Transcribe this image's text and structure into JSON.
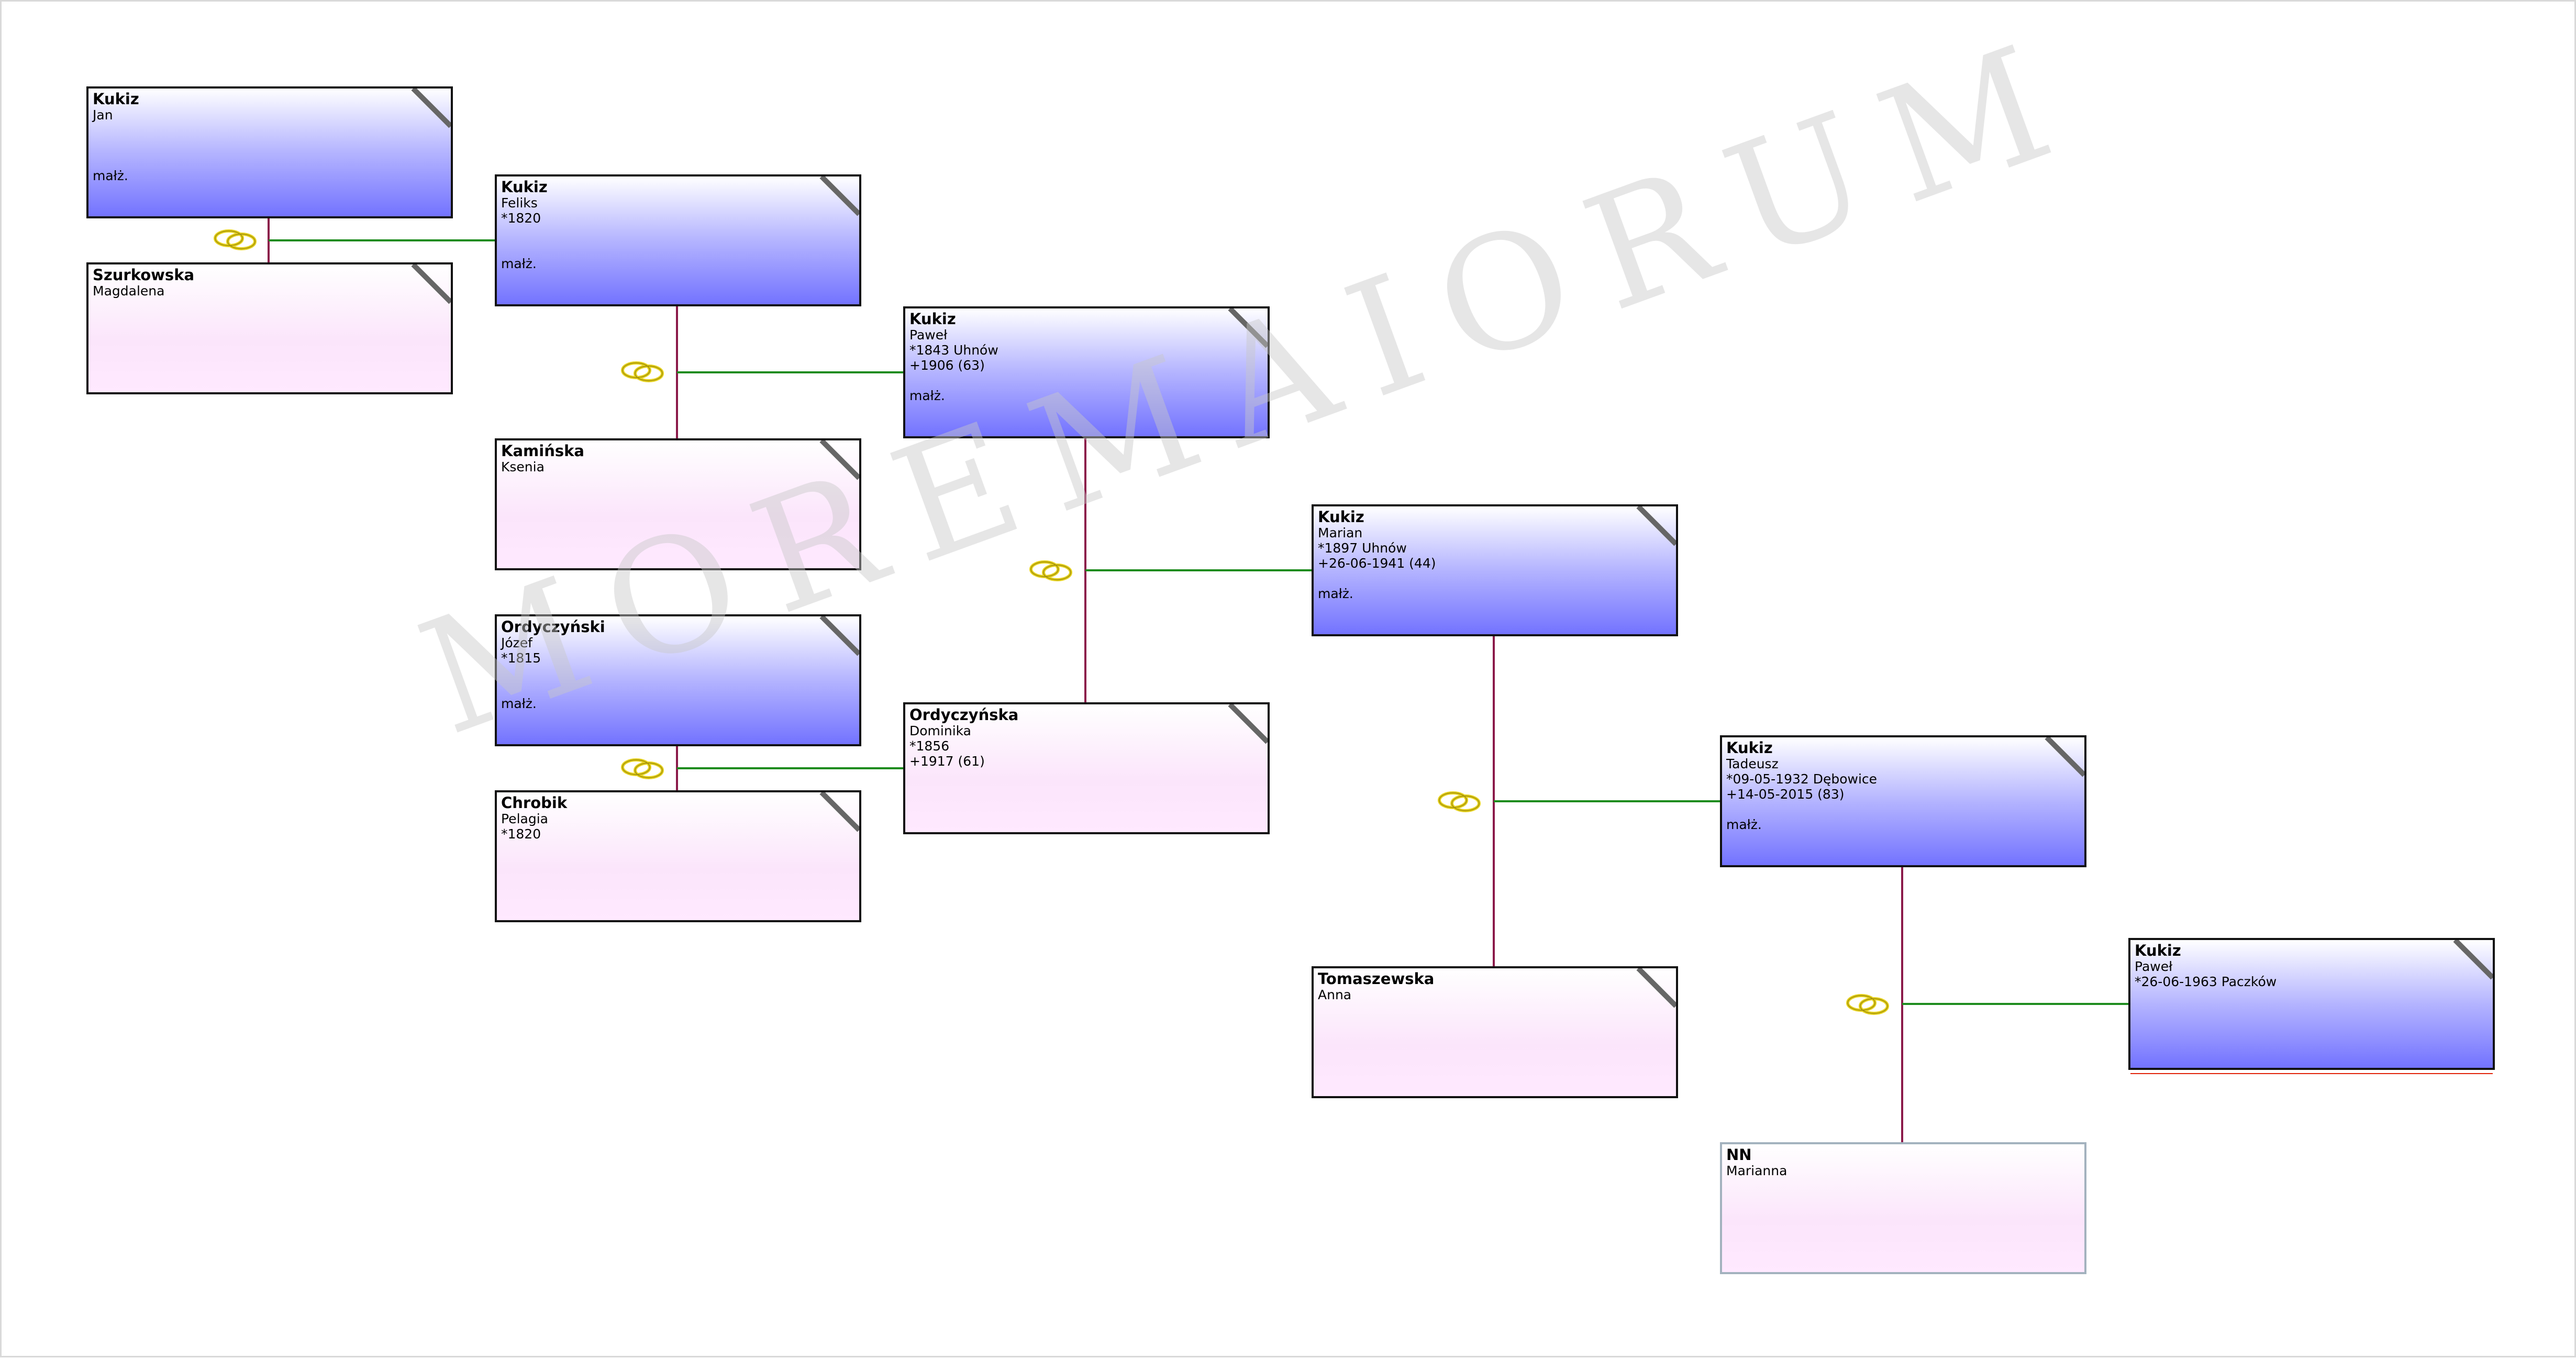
{
  "watermark": "MOREMAIORUM",
  "colors": {
    "male_gradient_bottom": "#7373ff",
    "female_gradient_bottom": "#ffe9ff",
    "parent_line": "#8b1a4a",
    "spouse_line": "#1e8c1e",
    "ring_icon": "#e6d21e"
  },
  "persons": [
    {
      "id": "jan",
      "surname": "Kukiz",
      "line1": "Jan",
      "line2": "",
      "line3": "",
      "line4": "",
      "line5": "małż.",
      "sex": "male"
    },
    {
      "id": "magdalena",
      "surname": "Szurkowska",
      "line1": "Magdalena",
      "line2": "",
      "line3": "",
      "line4": "",
      "line5": "",
      "sex": "female"
    },
    {
      "id": "feliks",
      "surname": "Kukiz",
      "line1": "Feliks",
      "line2": "*1820",
      "line3": "",
      "line4": "",
      "line5": "małż.",
      "sex": "male"
    },
    {
      "id": "ksenia",
      "surname": "Kamińska",
      "line1": "Ksenia",
      "line2": "",
      "line3": "",
      "line4": "",
      "line5": "",
      "sex": "female"
    },
    {
      "id": "pawel1843",
      "surname": "Kukiz",
      "line1": "Paweł",
      "line2": "*1843 Uhnów",
      "line3": "+1906 (63)",
      "line4": "",
      "line5": "małż.",
      "sex": "male"
    },
    {
      "id": "jozef",
      "surname": "Ordyczyński",
      "line1": "Józef",
      "line2": "*1815",
      "line3": "",
      "line4": "",
      "line5": "małż.",
      "sex": "male"
    },
    {
      "id": "pelagia",
      "surname": "Chrobik",
      "line1": "Pelagia",
      "line2": "*1820",
      "line3": "",
      "line4": "",
      "line5": "",
      "sex": "female"
    },
    {
      "id": "dominika",
      "surname": "Ordyczyńska",
      "line1": "Dominika",
      "line2": "*1856",
      "line3": "+1917 (61)",
      "line4": "",
      "line5": "",
      "sex": "female"
    },
    {
      "id": "marian",
      "surname": "Kukiz",
      "line1": "Marian",
      "line2": "*1897 Uhnów",
      "line3": "+26-06-1941 (44)",
      "line4": "",
      "line5": "małż.",
      "sex": "male"
    },
    {
      "id": "anna",
      "surname": "Tomaszewska",
      "line1": "Anna",
      "line2": "",
      "line3": "",
      "line4": "",
      "line5": "",
      "sex": "female"
    },
    {
      "id": "tadeusz",
      "surname": "Kukiz",
      "line1": "Tadeusz",
      "line2": "*09-05-1932 Dębowice",
      "line3": "+14-05-2015 (83)",
      "line4": "",
      "line5": "małż.",
      "sex": "male"
    },
    {
      "id": "marianna",
      "surname": "NN",
      "line1": "Marianna",
      "line2": "",
      "line3": "",
      "line4": "",
      "line5": "",
      "sex": "female"
    },
    {
      "id": "pawel1963",
      "surname": "Kukiz",
      "line1": "Paweł",
      "line2": "*26-06-1963 Paczków",
      "line3": "",
      "line4": "",
      "line5": "",
      "sex": "male"
    }
  ]
}
